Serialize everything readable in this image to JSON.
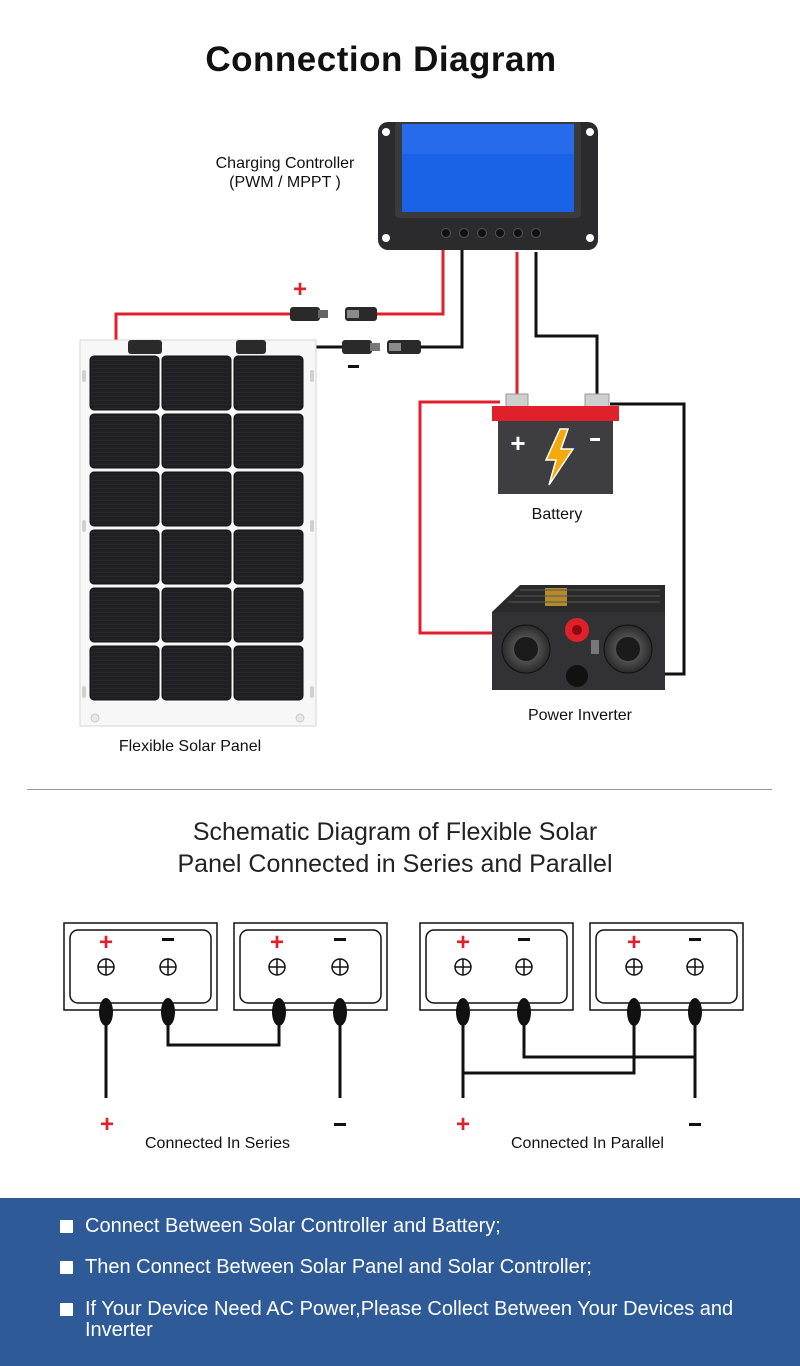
{
  "header": {
    "title": "Connection Diagram"
  },
  "components": {
    "controller_label_line1": "Charging Controller",
    "controller_label_line2": "(PWM / MPPT )",
    "battery_label": "Battery",
    "inverter_label": "Power Inverter",
    "panel_label": "Flexible Solar Panel"
  },
  "schematic": {
    "title_line1": "Schematic Diagram of Flexible Solar",
    "title_line2": "Panel Connected in Series and Parallel",
    "series_caption": "Connected In Series",
    "parallel_caption": "Connected In Parallel"
  },
  "notes": [
    "Connect Between Solar Controller and Battery;",
    "Then Connect Between Solar Panel and Solar Controller;",
    "If Your Device Need AC Power,Please Collect Between Your Devices and Inverter"
  ],
  "colors": {
    "positive_wire": "#e0202a",
    "negative_wire": "#111111",
    "controller_screen": "#1b63e6",
    "info_band": "#2f5a98",
    "lightning": "#f4a90c"
  }
}
